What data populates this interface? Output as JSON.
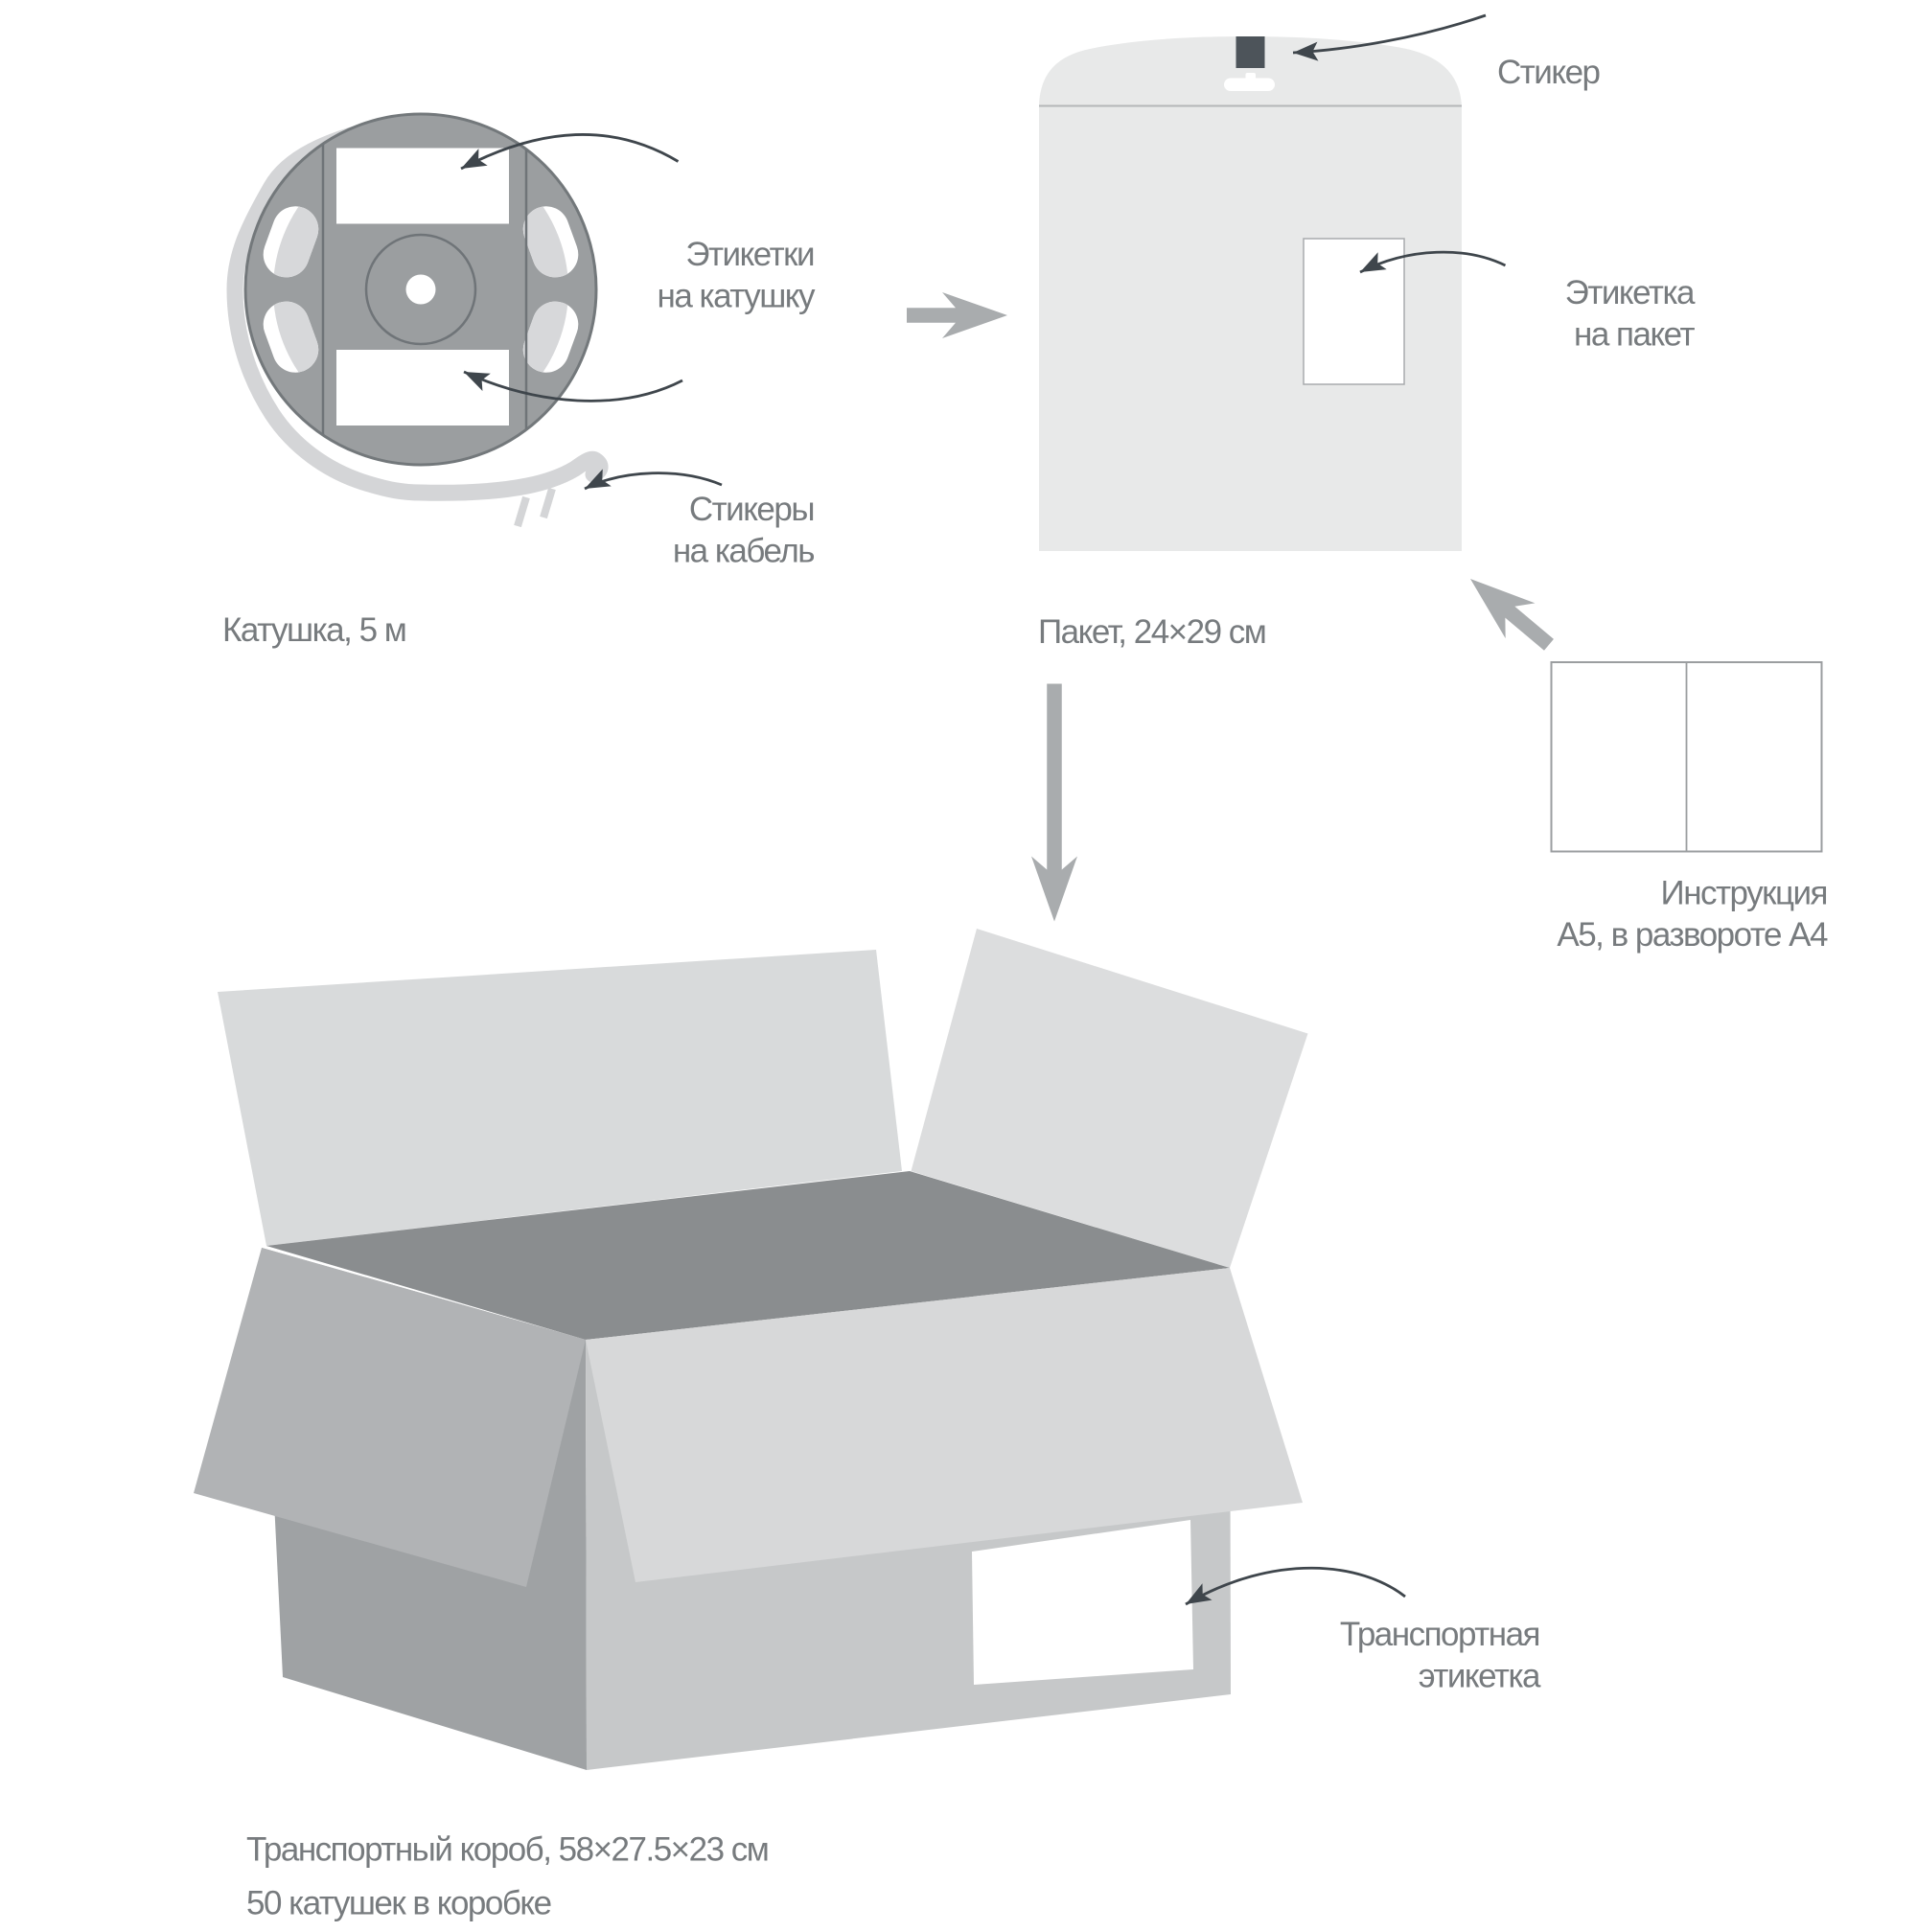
{
  "reel": {
    "caption": "Катушка, 5 м",
    "labels_annotation": {
      "line1": "Этикетки",
      "line2": "на катушку"
    },
    "cable_annotation": {
      "line1": "Стикеры",
      "line2": "на кабель"
    }
  },
  "bag": {
    "caption": "Пакет, 24×29 см",
    "sticker_annotation": "Стикер",
    "label_annotation": {
      "line1": "Этикетка",
      "line2": "на пакет"
    }
  },
  "instruction": {
    "caption": {
      "line1": "Инструкция",
      "line2": "А5, в развороте А4"
    }
  },
  "box": {
    "caption_size": "Транспортный короб, 58×27.5×23 см",
    "caption_quantity": "50 катушек в коробке",
    "label_annotation": {
      "line1": "Транспортная",
      "line2": "этикетка"
    }
  },
  "colors": {
    "background": "#ffffff",
    "text": "#777b7e",
    "annotation_arrow": "#3f464c",
    "flow_arrow": "#a9acae",
    "reel_disc": "#9b9ea0",
    "reel_outline": "#73787b",
    "reel_inner_line": "#6f7478",
    "strip_cable": "#d4d5d7",
    "strip_in_slots": "#d7d8da",
    "label_fill": "#ffffff",
    "label_stroke": "#a8abad",
    "bag_fill": "#e8e9e9",
    "bag_separator": "#b4b6b8",
    "sticker_fill": "#4d545a",
    "instruction_stroke": "#9b9ea0",
    "box_interior": "#8a8d8f",
    "box_left_wall": "#9fa2a4",
    "box_left_flap": "#b1b3b5",
    "box_right_wall": "#c6c8c9",
    "box_front_flap": "#d7d8d9",
    "box_back_left_flap": "#d8dadb",
    "box_back_right_flap": "#dcddde"
  }
}
